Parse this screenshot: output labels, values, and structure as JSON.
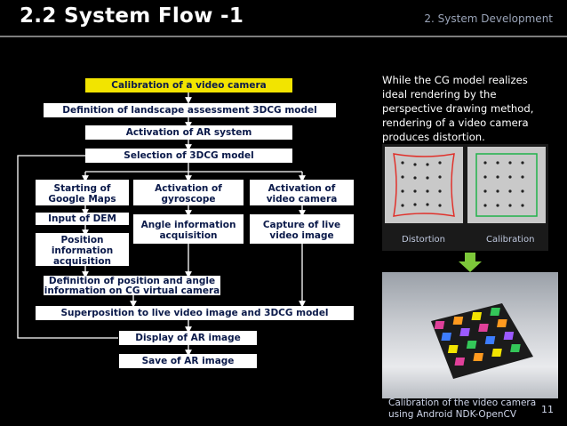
{
  "slide": {
    "title": "2.2 System Flow -1",
    "section": "2. System Development",
    "page_number": "11"
  },
  "flow": {
    "calibration": "Calibration of a video camera",
    "definition_landscape": "Definition of landscape assessment 3DCG model",
    "activation_ar": "Activation of AR system",
    "selection_model": "Selection of 3DCG model",
    "starting_maps_1": "Starting of",
    "starting_maps_2": "Google Maps",
    "activation_gyro_1": "Activation of",
    "activation_gyro_2": "gyroscope",
    "activation_cam_1": "Activation of",
    "activation_cam_2": "video camera",
    "input_dem": "Input of DEM",
    "angle_info_1": "Angle information",
    "angle_info_2": "acquisition",
    "capture_live_1": "Capture of live",
    "capture_live_2": "video image",
    "position_info_1": "Position",
    "position_info_2": "information",
    "position_info_3": "acquisition",
    "definition_position_1": "Definition of position and angle",
    "definition_position_2": "information on CG virtual camera",
    "superposition": "Superposition to live video image and 3DCG model",
    "display_ar": "Display of AR image",
    "save_ar": "Save of AR image"
  },
  "panel": {
    "description_1": "While the CG model realizes",
    "description_2": "ideal rendering by the",
    "description_3": "perspective drawing method,",
    "description_4": "rendering of a video camera",
    "description_5": "produces distortion.",
    "caption_distortion": "Distortion",
    "caption_calibration": "Calibration",
    "bottom_caption_1": "Calibration of the video camera",
    "bottom_caption_2": "using Android NDK-OpenCV"
  },
  "colors": {
    "background": "#000000",
    "highlight_box": "#f2e400",
    "box_text": "#0b1a4a",
    "arrow": "#7dc83a",
    "distortion_line": "#e0302a",
    "calibration_line": "#21b24a"
  }
}
